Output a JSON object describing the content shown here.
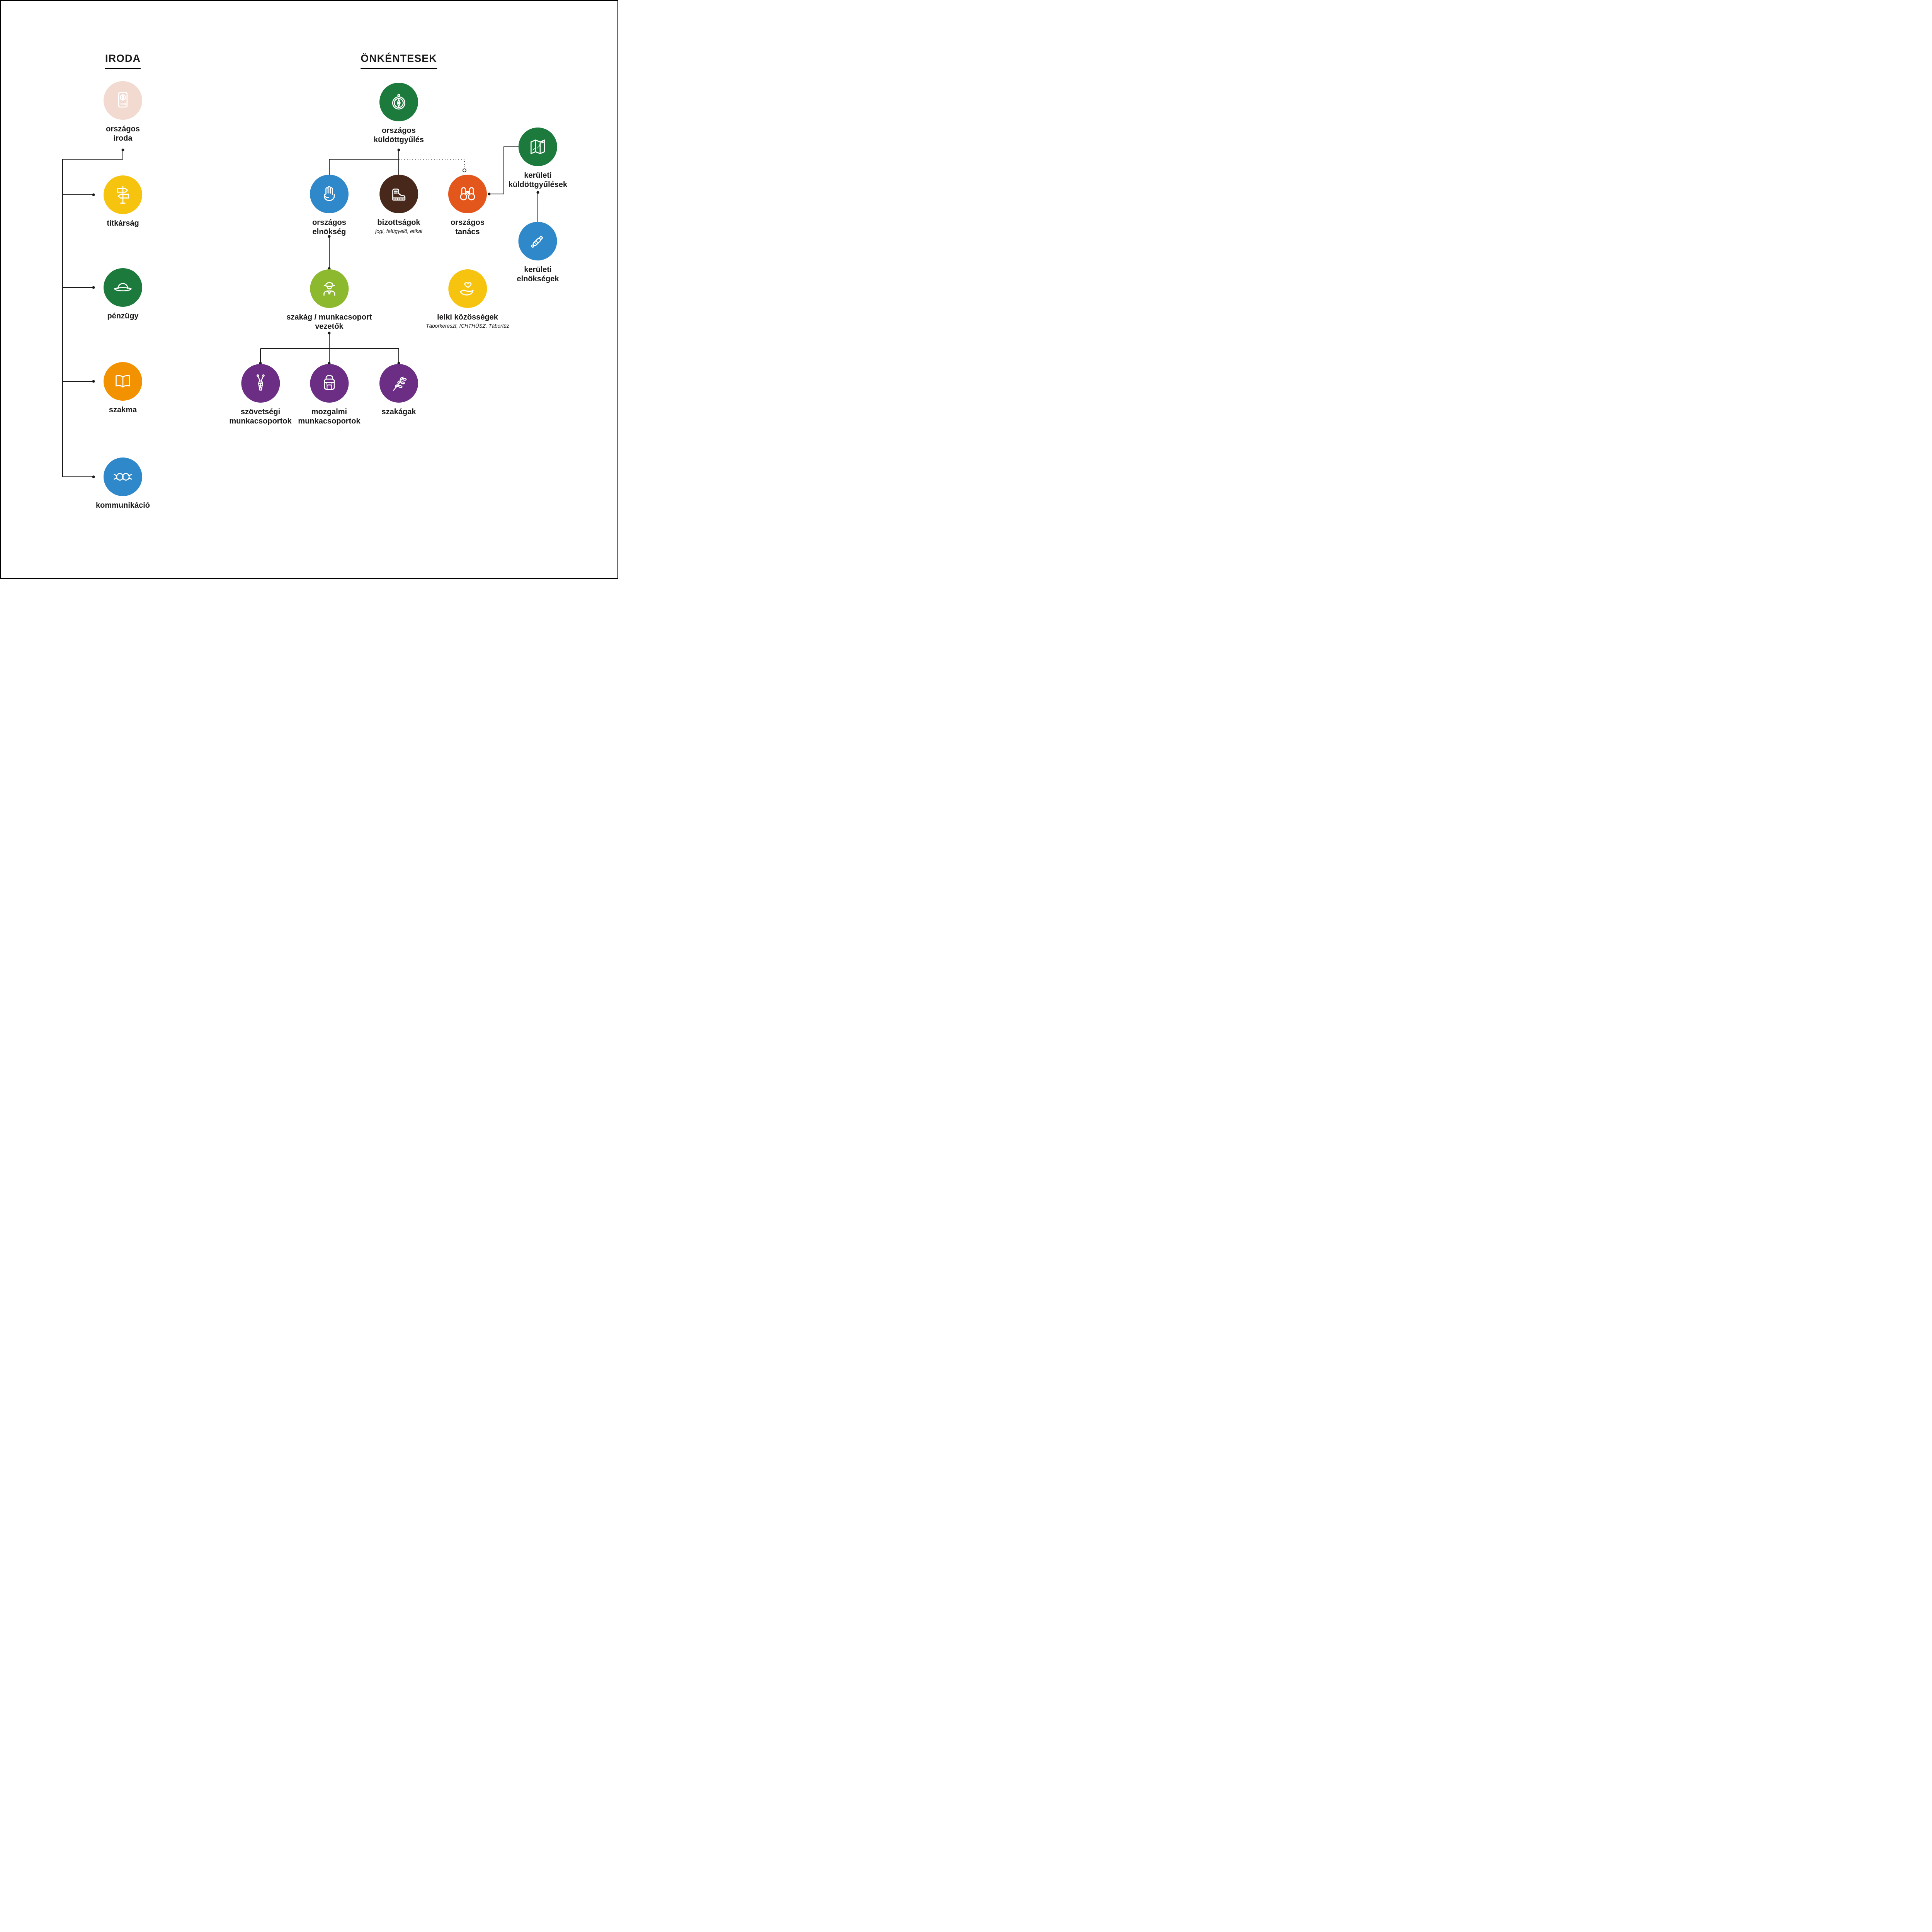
{
  "headings": {
    "iroda": "IRODA",
    "onkentesek": "ÖNKÉNTESEK"
  },
  "nodes": {
    "orszagos_iroda": {
      "label": "országos\niroda",
      "color": "#f2dad1",
      "icon": "mobile-compass-icon"
    },
    "titkarsag": {
      "label": "titkárság",
      "color": "#f6c40e",
      "icon": "signpost-icon"
    },
    "penzugy": {
      "label": "pénzügy",
      "color": "#1b7a3c",
      "icon": "scout-hat-icon"
    },
    "szakma": {
      "label": "szakma",
      "color": "#f39200",
      "icon": "open-book-icon"
    },
    "kommunikacio": {
      "label": "kommunikáció",
      "color": "#2f88c9",
      "icon": "knot-icon"
    },
    "orszagos_kuldottgyules": {
      "label": "országos\nküldöttgyűlés",
      "color": "#1b7a3c",
      "icon": "compass-icon"
    },
    "orszagos_elnokseg": {
      "label": "országos\nelnökség",
      "color": "#2f88c9",
      "icon": "scout-salute-icon"
    },
    "bizottsagok": {
      "label": "bizottságok",
      "subtitle": "jogi, felügyelő, etikai",
      "color": "#47281a",
      "icon": "hiking-boot-icon"
    },
    "orszagos_tanacs": {
      "label": "országos\ntanács",
      "color": "#e4571c",
      "icon": "binoculars-icon"
    },
    "keruleti_kuldottgyulesek": {
      "label": "kerületi\nküldöttgyűlések",
      "color": "#1b7a3c",
      "icon": "map-icon"
    },
    "keruleti_elnoksegek": {
      "label": "kerületi\nelnökségek",
      "color": "#2f88c9",
      "icon": "whistle-icon"
    },
    "szakag_vezetok": {
      "label": "szakág / munkacsoport\nvezetők",
      "color": "#8db92e",
      "icon": "scout-leader-icon"
    },
    "lelki_kozossegek": {
      "label": "lelki közösségek",
      "subtitle": "Táborkereszt, ICHTHÜSZ, Tábortűz",
      "color": "#f6c40e",
      "icon": "heart-in-hand-icon"
    },
    "szovetsegi_munkacsoportok": {
      "label": "szövetségi\nmunkacsoportok",
      "color": "#6b2e84",
      "icon": "neckerchief-slide-icon"
    },
    "mozgalmi_munkacsoportok": {
      "label": "mozgalmi\nmunkacsoportok",
      "color": "#6b2e84",
      "icon": "backpack-icon"
    },
    "szakagak": {
      "label": "szakágak",
      "color": "#6b2e84",
      "icon": "branch-icon"
    }
  },
  "colors": {
    "background": "#ffffff",
    "line": "#1a1a1a",
    "text": "#1a1a1a"
  }
}
